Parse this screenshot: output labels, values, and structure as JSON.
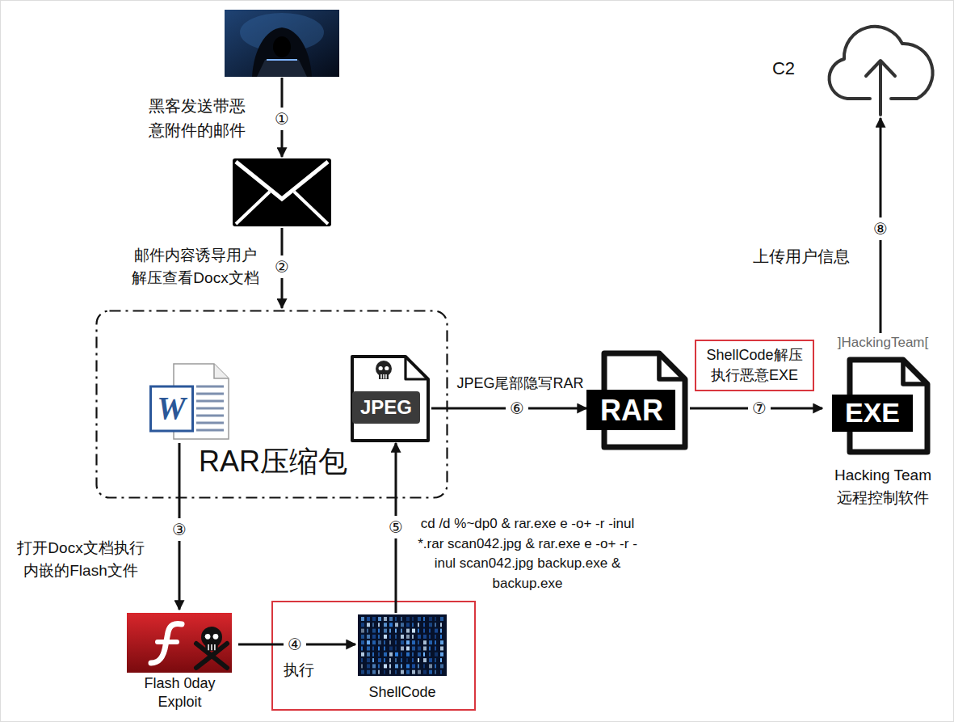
{
  "diagram": {
    "nodes": [
      {
        "text": [
          "C2"
        ]
      },
      {
        "text": [
          "RAR压缩包"
        ]
      },
      {
        "text": [
          "W"
        ],
        "in": 1
      },
      {
        "text": [
          "JPEG"
        ],
        "in": 1
      },
      {
        "text": [
          "RAR"
        ]
      },
      {
        "text": [
          "]HackingTeam[",
          "EXE",
          "Hacking Team 远程控制软件"
        ]
      },
      {
        "text": [
          "Flash 0day Exploit"
        ]
      },
      {
        "text": [
          "ShellCode"
        ]
      }
    ],
    "edges": [
      {
        "from": 2,
        "to": 6,
        "label": "③",
        "arrow": "to"
      },
      {
        "from": 6,
        "to": 7,
        "label": "④",
        "arrow": "to"
      },
      {
        "from": 7,
        "to": 3,
        "label": "⑤",
        "arrow": "to"
      },
      {
        "from": 3,
        "to": 4,
        "label": "⑥",
        "arrow": "to"
      },
      {
        "from": 4,
        "to": 5,
        "label": "⑦",
        "arrow": "to"
      },
      {
        "from": 5,
        "to": 0,
        "label": "⑧",
        "arrow": "to"
      }
    ],
    "labels": [
      "①",
      "黑客发送带恶 意附件的邮件",
      "②",
      "邮件内容诱导用户 解压查看Docx文档",
      "打开Docx文档执行 内嵌的Flash文件",
      "执行",
      "cd /d %~dp0 & rar.exe e -o+ -r -inul *.rar scan042.jpg & rar.exe e -o+ -r -inul scan042.jpg backup.exe & backup.exe",
      "JPEG尾部隐写RAR",
      "ShellCode解压 执行恶意EXE",
      "上传用户信息"
    ]
  }
}
